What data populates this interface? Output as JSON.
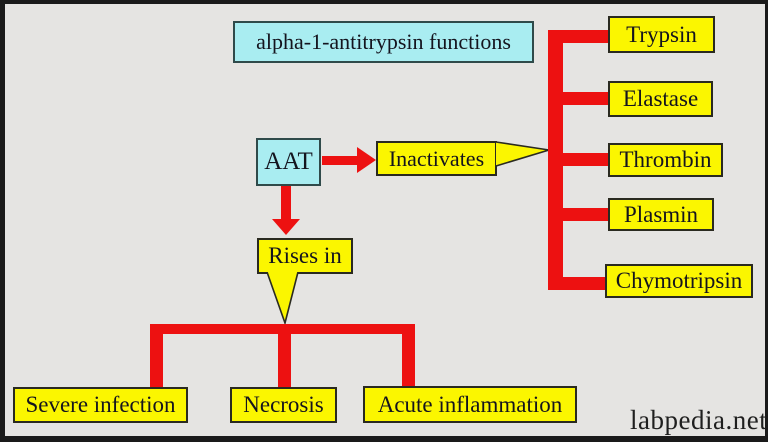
{
  "diagram": {
    "title": "alpha-1-antitrypsin functions",
    "subject": "AAT",
    "inactivates_label": "Inactivates",
    "targets": [
      "Trypsin",
      "Elastase",
      "Thrombin",
      "Plasmin",
      "Chymotripsin"
    ],
    "rises_in_label": "Rises in",
    "causes": [
      "Severe infection",
      "Necrosis",
      "Acute inflammation"
    ],
    "watermark": "labpedia.net",
    "colors": {
      "background": "#e5e4e2",
      "frame_border": "#1a1a1a",
      "cyan_box": "#a9edf1",
      "yellow_box": "#fbf600",
      "connector_red": "#ed1111",
      "text": "#14141e"
    }
  }
}
